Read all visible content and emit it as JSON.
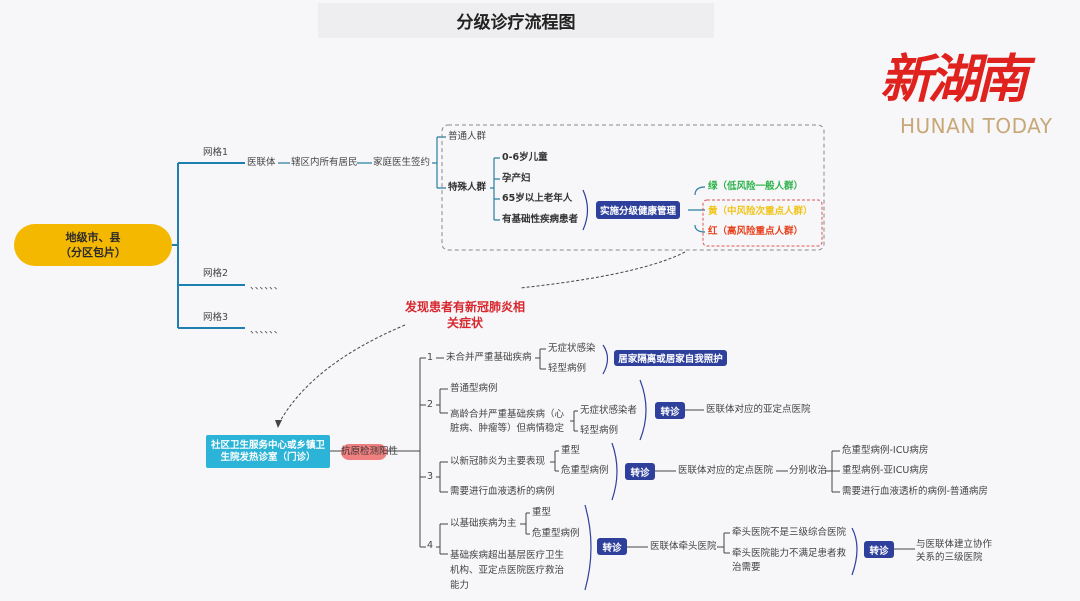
{
  "title": "分级诊疗流程图",
  "root": {
    "line1": "地级市、县",
    "line2": "（分区包片）"
  },
  "grids": [
    {
      "label": "网格1",
      "chain": [
        "医联体",
        "辖区内所有居民",
        "家庭医生签约"
      ]
    },
    {
      "label": "网格2",
      "ellipsis": "、、、、、、"
    },
    {
      "label": "网格3",
      "ellipsis": "、、、、、、"
    }
  ],
  "population": {
    "general": "普通人群",
    "special": "特殊人群",
    "special_items": [
      "0-6岁儿童",
      "孕产妇",
      "65岁以上老年人",
      "有基础性疾病患者"
    ],
    "management_button": "实施分级健康管理",
    "risk_levels": [
      {
        "label": "绿（低风险一般人群）",
        "color": "#2db34a"
      },
      {
        "label": "黄（中风险次重点人群）",
        "color": "#f0c419"
      },
      {
        "label": "红（高风险重点人群）",
        "color": "#e8401c"
      }
    ]
  },
  "symptom_alert": {
    "line1": "发现患者有新冠肺炎相",
    "line2": "关症状"
  },
  "clinic": {
    "line1": "社区卫生服务中心或乡镇卫",
    "line2": "生院发热诊室（门诊）"
  },
  "antigen": "抗原检测阳性",
  "cases": {
    "c1": {
      "num": "1",
      "condition": "未合并严重基础疾病",
      "subs": [
        "无症状感染",
        "轻型病例"
      ],
      "action": "居家隔离或居家自我照护"
    },
    "c2": {
      "num": "2",
      "items": [
        "普通型病例",
        "高龄合并严重基础疾病（心",
        "脏病、肿瘤等）但病情稳定"
      ],
      "subs": [
        "无症状感染者",
        "轻型病例"
      ],
      "action": "转诊",
      "dest": "医联体对应的亚定点医院"
    },
    "c3": {
      "num": "3",
      "items": [
        "以新冠肺炎为主要表现",
        "需要进行血液透析的病例"
      ],
      "subs": [
        "重型",
        "危重型病例"
      ],
      "action": "转诊",
      "dest": "医联体对应的定点医院",
      "mid": "分别收治",
      "wards": [
        "危重型病例-ICU病房",
        "重型病例-亚ICU病房",
        "需要进行血液透析的病例-普通病房"
      ]
    },
    "c4": {
      "num": "4",
      "items": [
        "以基础疾病为主",
        "基础疾病超出基层医疗卫生",
        "机构、亚定点医院医疗救治",
        "能力"
      ],
      "subs": [
        "重型",
        "危重型病例"
      ],
      "action": "转诊",
      "dest": "医联体牵头医院",
      "conds": [
        "牵头医院不是三级综合医院",
        "牵头医院能力不满足患者救",
        "治需要"
      ],
      "action2": "转诊",
      "dest2a": "与医联体建立协作",
      "dest2b": "关系的三级医院"
    }
  },
  "watermark": {
    "cn": "新湖南",
    "en": "HUNAN TODAY"
  }
}
